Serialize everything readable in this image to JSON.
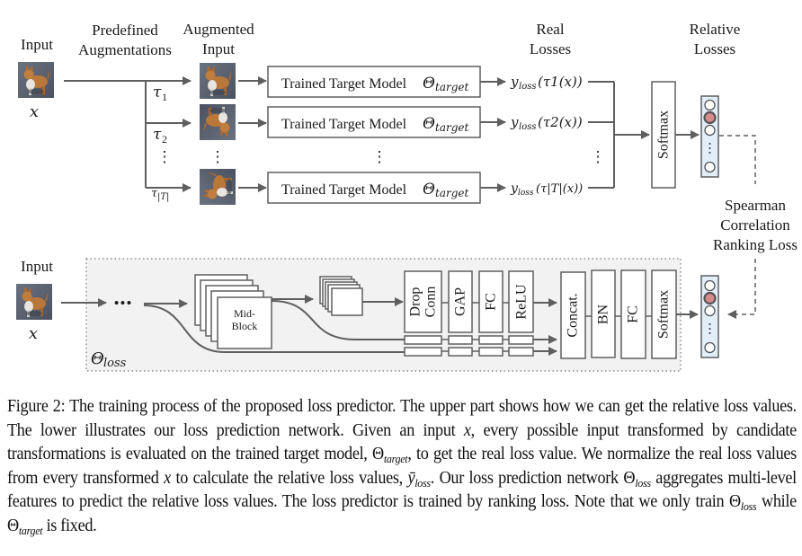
{
  "upper": {
    "input_label": "Input",
    "input_var": "x",
    "augment_header_line1": "Predefined",
    "augment_header_line2": "Augmentations",
    "augmented_header_line1": "Augmented",
    "augmented_header_line2": "Input",
    "real_losses_line1": "Real",
    "real_losses_line2": "Losses",
    "relative_losses_line1": "Relative",
    "relative_losses_line2": "Losses",
    "transforms": [
      "τ",
      "τ",
      "τ"
    ],
    "transform_subs": [
      "1",
      "2",
      "|T|"
    ],
    "model_label": "Trained Target Model",
    "model_theta": "Θ",
    "model_theta_sub": "target",
    "loss_prefix": "y",
    "loss_sub": "loss",
    "loss_args": [
      "(τ1(x))",
      "(τ2(x))",
      "(τ|T|(x))"
    ],
    "softmax_label": "Softmax",
    "ellipsis": "⋮"
  },
  "spearman": {
    "line1": "Spearman",
    "line2": "Correlation",
    "line3": "Ranking Loss"
  },
  "lower": {
    "input_label": "Input",
    "input_var": "x",
    "dots": "•••",
    "midblock_line1": "Mid-",
    "midblock_line2": "Block",
    "head_blocks": [
      "Drop Conn",
      "GAP",
      "FC",
      "ReLU"
    ],
    "drop_line1": "Drop",
    "drop_line2": "Conn",
    "gap": "GAP",
    "fc": "FC",
    "relu": "ReLU",
    "concat": "Concat.",
    "bn": "BN",
    "fc2": "FC",
    "softmax": "Softmax",
    "theta": "Θ",
    "theta_sub": "loss"
  },
  "colors": {
    "line": "#5f5f5f",
    "panel_bg": "#f2f2f2",
    "vector_bg": "#e3eefb",
    "highlight_node": "#d98a8a"
  },
  "caption": {
    "p1": "Figure 2: The training process of the proposed loss predictor. The upper part shows how we can get the relative loss values. The lower illustrates our loss prediction network. Given an input ",
    "x1": "x",
    "p2": ", every possible input transformed by candidate transformations is evaluated on the trained target model, ",
    "theta": "Θ",
    "target_sub": "target",
    "p3": ", to get the real loss value. We normalize the real loss values from every transformed ",
    "x2": "x",
    "p4": " to calculate the relative loss values, ",
    "ybar": "ȳ",
    "loss_sub": "loss",
    "p5": ". Our loss prediction network ",
    "p6": " aggregates multi-level features to predict the relative loss values. The loss predictor is trained by ranking loss. Note that we only train ",
    "p7": " while ",
    "p8": " is fixed."
  }
}
